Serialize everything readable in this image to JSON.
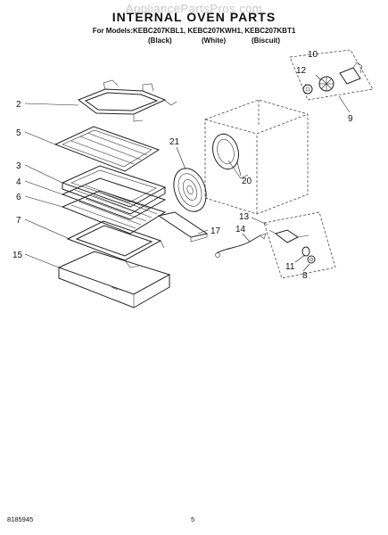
{
  "header": {
    "watermark": "AppliancePartsPros.com",
    "title": "INTERNAL OVEN PARTS",
    "models_line": "For Models:KEBC207KBL1, KEBC207KWH1, KEBC207KBT1",
    "variants": [
      "(Black)",
      "(White)",
      "(Biscuit)"
    ]
  },
  "callouts": [
    "2",
    "5",
    "3",
    "4",
    "6",
    "7",
    "15",
    "21",
    "20",
    "10",
    "12",
    "9",
    "13",
    "14",
    "17",
    "11",
    "8"
  ],
  "footer": {
    "doc_number": "8185945",
    "page_number": "5"
  }
}
